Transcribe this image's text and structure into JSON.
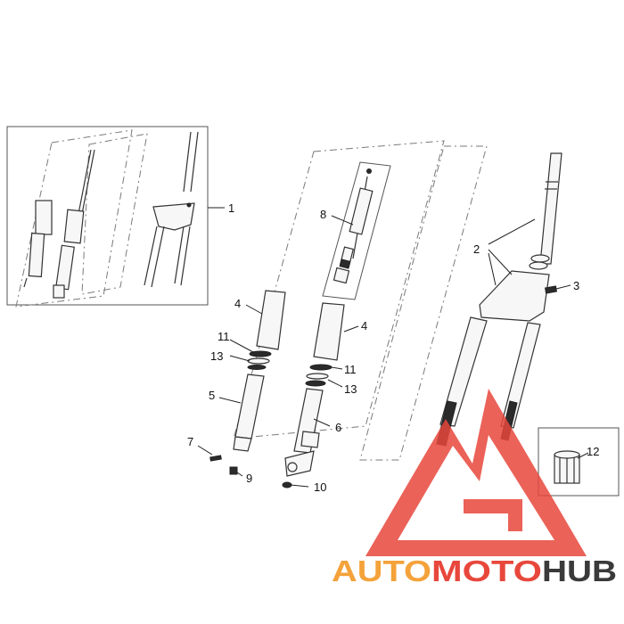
{
  "callouts": {
    "c1": "1",
    "c2": "2",
    "c3": "3",
    "c4a": "4",
    "c4b": "4",
    "c5": "5",
    "c6": "6",
    "c7": "7",
    "c8": "8",
    "c9": "9",
    "c10": "10",
    "c11a": "11",
    "c11b": "11",
    "c12": "12",
    "c13a": "13",
    "c13b": "13"
  },
  "watermark": {
    "part1": "AUTO",
    "part2": "MOTO",
    "part3": "HUB",
    "color_orange": "#f4a23a",
    "color_red": "#e8473c",
    "color_dark": "#3a3a3a"
  }
}
